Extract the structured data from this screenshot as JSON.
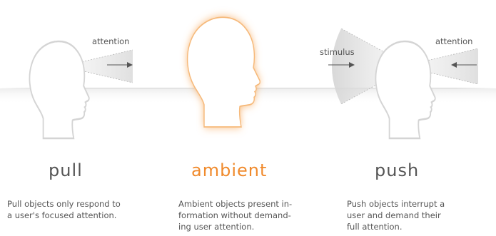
{
  "colors": {
    "text": "#555555",
    "accent": "#f08a2c",
    "head_fill": "#ffffff",
    "head_stroke": "#d4d4d4",
    "horizon": "#d8d8d8",
    "cone_fill": "#e6e6e6"
  },
  "columns": {
    "pull": {
      "title": "pull",
      "description": "Pull objects only respond to\na user's focused attention.",
      "attention_label": "attention"
    },
    "ambient": {
      "title": "ambient",
      "description": "Ambient objects present in-\nformation without demand-\ning user attention."
    },
    "push": {
      "title": "push",
      "description": "Push objects interrupt a\nuser and demand their\nfull attention.",
      "stimulus_label": "stimulus",
      "attention_label": "attention"
    }
  }
}
